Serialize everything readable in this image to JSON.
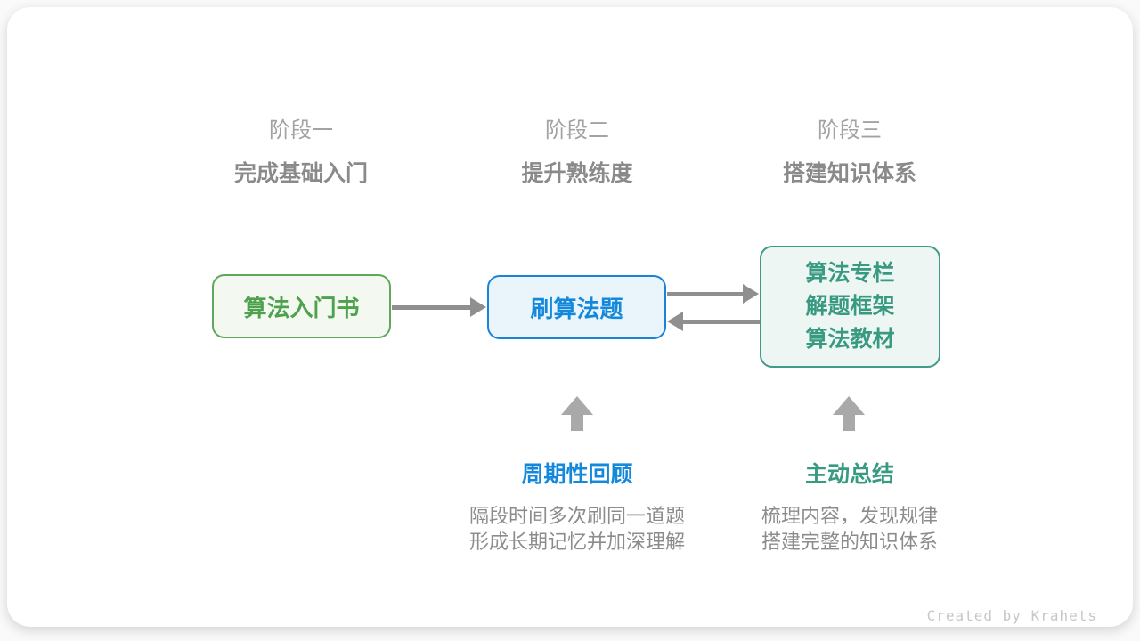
{
  "canvas": {
    "credit": "Created by Krahets"
  },
  "stages": [
    {
      "label": "阶段一",
      "title": "完成基础入门"
    },
    {
      "label": "阶段二",
      "title": "提升熟练度"
    },
    {
      "label": "阶段三",
      "title": "搭建知识体系"
    }
  ],
  "boxes": {
    "intro_book": {
      "text": "算法入门书"
    },
    "practice": {
      "text": "刷算法题"
    },
    "resources": {
      "lines": [
        "算法专栏",
        "解题框架",
        "算法教材"
      ]
    }
  },
  "annotations": [
    {
      "title": "周期性回顾",
      "lines": [
        "隔段时间多次刷同一道题",
        "形成长期记忆并加深理解"
      ]
    },
    {
      "title": "主动总结",
      "lines": [
        "梳理内容，发现规律",
        "搭建完整的知识体系"
      ]
    }
  ],
  "colors": {
    "green_border": "#5fa75f",
    "green_text": "#4ea24e",
    "green_bg": "#f3f9f0",
    "blue_border": "#1a82d9",
    "blue_text": "#1489dc",
    "blue_bg": "#eaf4fb",
    "teal_border": "#41998a",
    "teal_text": "#399a82",
    "teal_bg": "#eef6f3",
    "connector_arrow": "#8f8f8f",
    "up_arrow": "#a9a9a9",
    "stage_label": "#a3a3a3",
    "stage_title": "#8a8a8a",
    "description_text": "#8c8c8c",
    "credit_text": "#c7c7c7",
    "card_bg": "#ffffff"
  }
}
